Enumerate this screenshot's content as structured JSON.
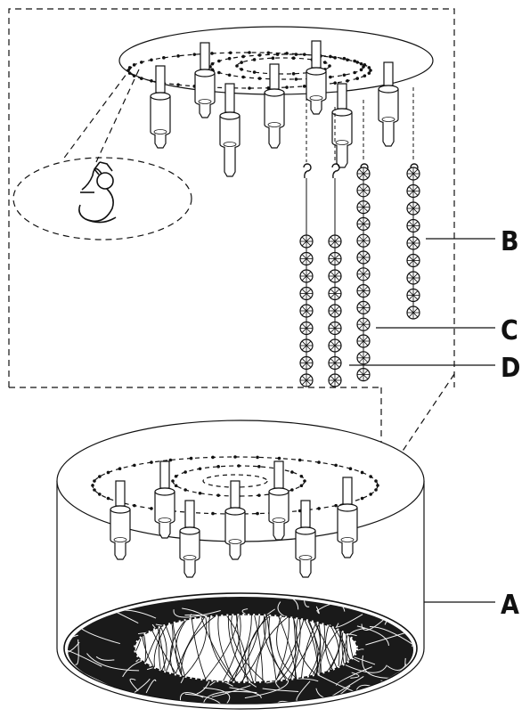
{
  "callouts": {
    "a": "A",
    "b": "B",
    "c": "C",
    "d": "D"
  },
  "colors": {
    "stroke": "#111111",
    "background": "#ffffff"
  }
}
